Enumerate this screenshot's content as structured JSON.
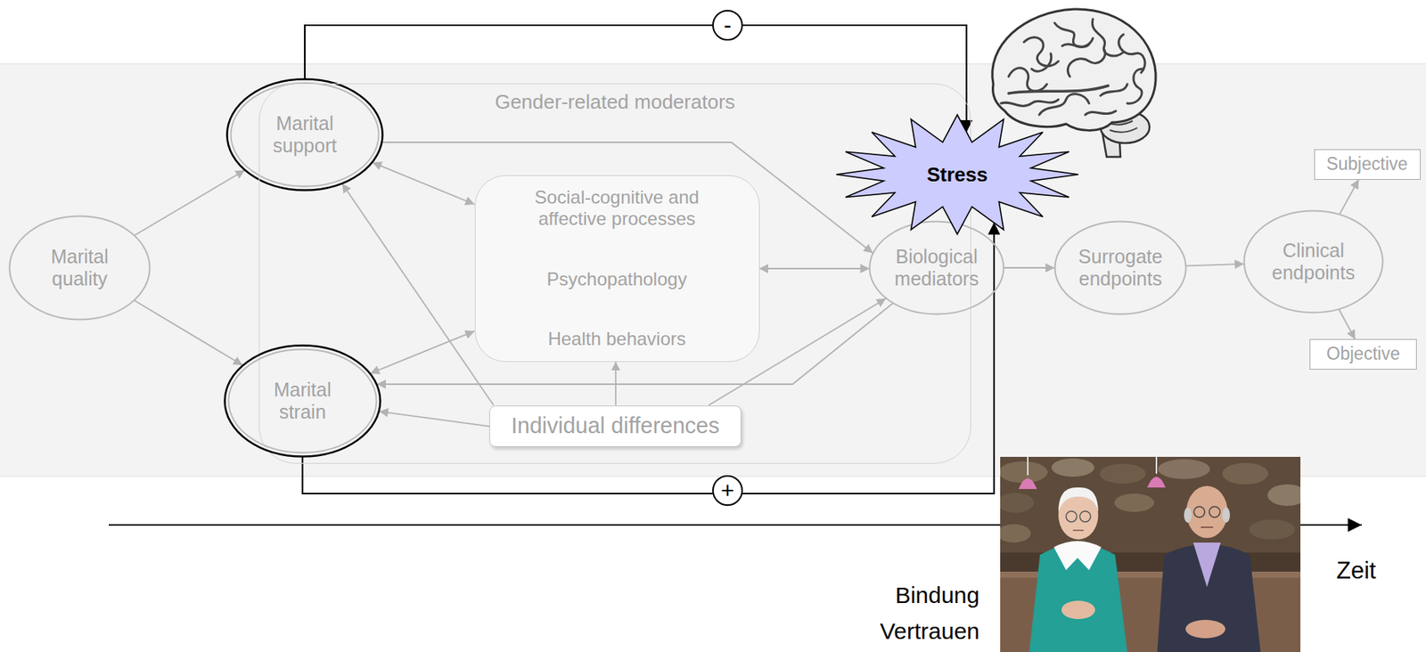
{
  "diagram": {
    "nodes": [
      {
        "text": [
          "Marital quality"
        ]
      },
      {
        "text": [
          "Marital support"
        ]
      },
      {
        "text": [
          "Gender-related moderators"
        ]
      },
      {
        "text": [
          "Social-cognitive and affective processes",
          "Psychopathology",
          "Health behaviors"
        ],
        "in": 2
      },
      {
        "text": [
          "Individual differences"
        ],
        "in": 2
      },
      {
        "text": [
          "Marital strain"
        ]
      },
      {
        "text": [
          "Stress"
        ]
      },
      {
        "text": [
          "Biological mediators"
        ]
      },
      {
        "text": [
          "Surrogate endpoints"
        ]
      },
      {
        "text": [
          "Clinical endpoints"
        ]
      },
      {
        "text": [
          "Subjective"
        ]
      },
      {
        "text": [
          "Objective"
        ]
      }
    ],
    "edges": [
      {
        "from": 0,
        "to": 1,
        "arrow": "to"
      },
      {
        "from": 0,
        "to": 5,
        "arrow": "to"
      },
      {
        "from": 1,
        "to": 3,
        "arrow": "both"
      },
      {
        "from": 5,
        "to": 3,
        "arrow": "both"
      },
      {
        "from": 4,
        "to": 1,
        "arrow": "to"
      },
      {
        "from": 4,
        "to": 5,
        "arrow": "to"
      },
      {
        "from": 4,
        "to": 3,
        "arrow": "to"
      },
      {
        "from": 4,
        "to": 7,
        "arrow": "to"
      },
      {
        "from": 3,
        "to": 7,
        "arrow": "both"
      },
      {
        "from": 1,
        "to": 7,
        "arrow": "to"
      },
      {
        "from": 7,
        "to": 5,
        "arrow": "to"
      },
      {
        "from": 7,
        "to": 8,
        "arrow": "to"
      },
      {
        "from": 8,
        "to": 9,
        "arrow": "to"
      },
      {
        "from": 9,
        "to": 10,
        "arrow": "to"
      },
      {
        "from": 9,
        "to": 11,
        "arrow": "to"
      },
      {
        "from": 1,
        "to": 6,
        "label": "-",
        "arrow": "to"
      },
      {
        "from": 5,
        "to": 6,
        "label": "+",
        "arrow": "to"
      }
    ],
    "labels": [
      "Bindung",
      "Vertrauen",
      "Zeit"
    ]
  }
}
